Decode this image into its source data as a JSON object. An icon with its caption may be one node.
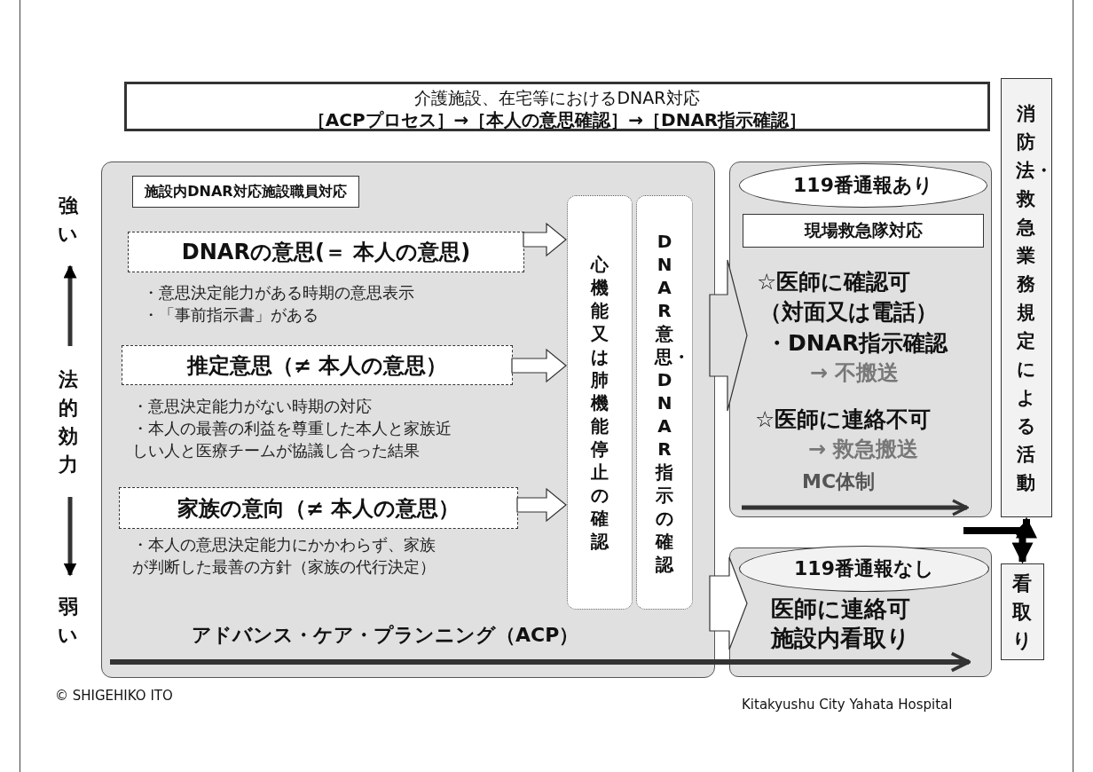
{
  "diagram": {
    "nodes": [
      {
        "text": [
          "介護施設、在宅等におけるDNAR対応",
          "［ACPプロセス］→［本人の意思確認］→［DNAR指示確認］"
        ]
      },
      {
        "text": [
          "アドバンス・ケア・プランニング（ACP）"
        ]
      },
      {
        "text": [
          "施設内DNAR対応施設職員対応"
        ],
        "in": 1
      },
      {
        "text": [
          "DNARの意思(＝ 本人の意思)"
        ],
        "in": 1,
        "beside": [
          "・意思決定能力がある時期の意思表示",
          "・「事前指示書」がある"
        ]
      },
      {
        "text": [
          "推定意思（≠ 本人の意思）"
        ],
        "in": 1,
        "beside": [
          "・意思決定能力がない時期の対応",
          "・本人の最善の利益を尊重した本人と家族近しい人と医療チームが協議し合った結果"
        ]
      },
      {
        "text": [
          "家族の意向（≠ 本人の意思）"
        ],
        "in": 1,
        "beside": [
          "・本人の意思決定能力にかかわらず、家族が判断した最善の方針（家族の代行決定）"
        ]
      },
      {
        "text": [
          "心機能又は肺機能停止の確認"
        ],
        "in": 1
      },
      {
        "text": [
          "DNAR意思・DNAR指示の確認"
        ],
        "in": 1
      },
      {
        "text": [
          "☆医師に確認可",
          "（対面又は電話）",
          "・DNAR指示確認",
          "→ 不搬送",
          "☆医師に連絡不可",
          "→ 救急搬送",
          "MC体制"
        ]
      },
      {
        "text": [
          "119番通報あり"
        ],
        "in": 8
      },
      {
        "text": [
          "現場救急隊対応"
        ],
        "in": 8
      },
      {
        "text": [
          "医師に連絡可",
          "施設内看取り"
        ]
      },
      {
        "text": [
          "119番通報なし"
        ],
        "in": 11
      },
      {
        "text": [
          "消防法・救急業務規定による活動"
        ]
      },
      {
        "text": [
          "看取り"
        ]
      }
    ],
    "edges": [
      {
        "from": 3,
        "to": 6,
        "arrow": "to"
      },
      {
        "from": 4,
        "to": 6,
        "arrow": "to"
      },
      {
        "from": 5,
        "to": 6,
        "arrow": "to"
      },
      {
        "from": 1,
        "to": 8,
        "arrow": "to"
      },
      {
        "from": 1,
        "to": 11,
        "arrow": "to"
      },
      {
        "from": null,
        "to": 13,
        "arrow": "to"
      },
      {
        "from": null,
        "to": 14,
        "arrow": "to"
      }
    ],
    "labels": [
      "強い",
      "法的効力",
      "弱い",
      "© SHIGEHIKO ITO",
      "Kitakyushu City Yahata Hospital"
    ]
  }
}
